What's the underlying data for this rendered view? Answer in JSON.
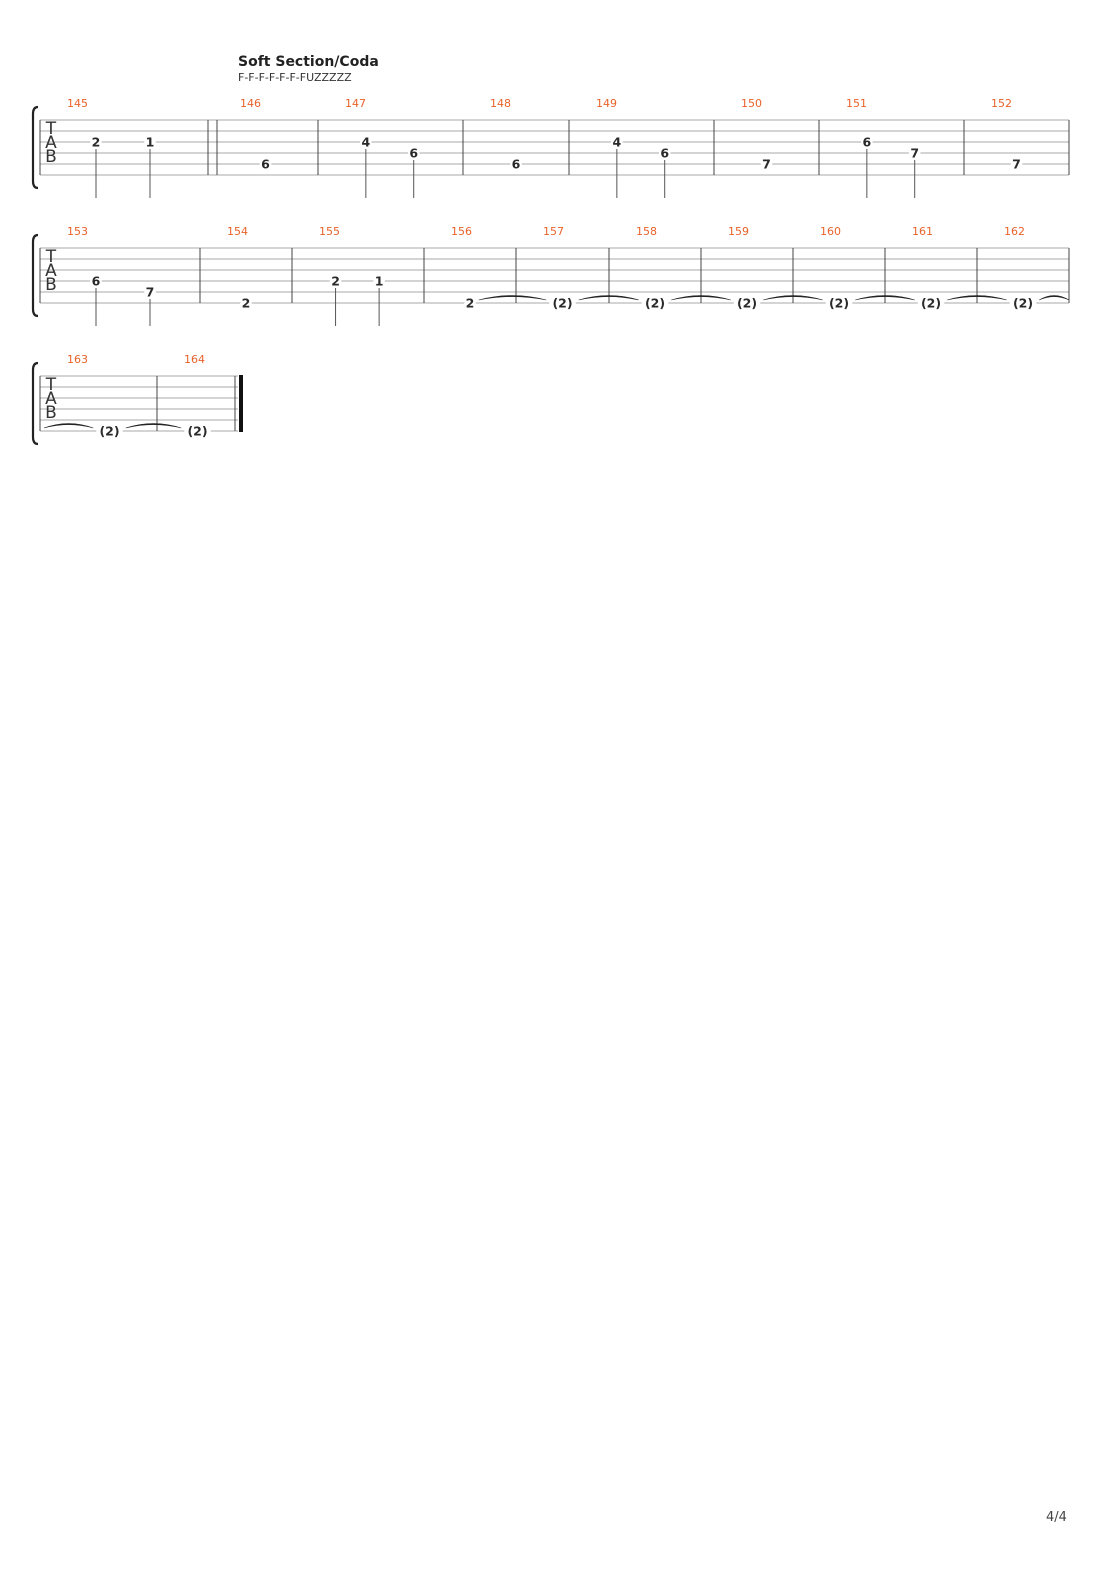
{
  "section": {
    "title": "Soft Section/Coda",
    "subtitle": "F-F-F-F-F-F-FUZZZZZ"
  },
  "clef": [
    "T",
    "A",
    "B"
  ],
  "page_number": "4/4",
  "systems": [
    {
      "measures": [
        {
          "number": "145",
          "notes": [
            {
              "fret": "2",
              "string": 4,
              "stem": true
            },
            {
              "fret": "1",
              "string": 4,
              "stem": true
            }
          ]
        },
        {
          "number": "146",
          "repeat_start": true,
          "notes": [
            {
              "fret": "6",
              "string": 6,
              "stem": false
            }
          ]
        },
        {
          "number": "147",
          "notes": [
            {
              "fret": "4",
              "string": 4,
              "stem": true
            },
            {
              "fret": "6",
              "string": 5,
              "stem": true
            }
          ]
        },
        {
          "number": "148",
          "notes": [
            {
              "fret": "6",
              "string": 6,
              "stem": false
            }
          ]
        },
        {
          "number": "149",
          "notes": [
            {
              "fret": "4",
              "string": 4,
              "stem": true
            },
            {
              "fret": "6",
              "string": 5,
              "stem": true
            }
          ]
        },
        {
          "number": "150",
          "notes": [
            {
              "fret": "7",
              "string": 6,
              "stem": false
            }
          ]
        },
        {
          "number": "151",
          "notes": [
            {
              "fret": "6",
              "string": 4,
              "stem": true
            },
            {
              "fret": "7",
              "string": 5,
              "stem": true
            }
          ]
        },
        {
          "number": "152",
          "notes": [
            {
              "fret": "7",
              "string": 6,
              "stem": false
            }
          ]
        }
      ]
    },
    {
      "measures": [
        {
          "number": "153",
          "notes": [
            {
              "fret": "6",
              "string": 5,
              "stem": true
            },
            {
              "fret": "7",
              "string": 6,
              "stem": true
            }
          ]
        },
        {
          "number": "154",
          "notes": [
            {
              "fret": "2",
              "string": 7,
              "stem": false
            }
          ]
        },
        {
          "number": "155",
          "notes": [
            {
              "fret": "2",
              "string": 5,
              "stem": true
            },
            {
              "fret": "1",
              "string": 5,
              "stem": true
            }
          ]
        },
        {
          "number": "156",
          "notes": [
            {
              "fret": "2",
              "string": 7,
              "stem": false,
              "tie_out": true
            }
          ]
        },
        {
          "number": "157",
          "notes": [
            {
              "fret": "(2)",
              "string": 7,
              "stem": false,
              "tie_out": true
            }
          ]
        },
        {
          "number": "158",
          "notes": [
            {
              "fret": "(2)",
              "string": 7,
              "stem": false,
              "tie_out": true
            }
          ]
        },
        {
          "number": "159",
          "notes": [
            {
              "fret": "(2)",
              "string": 7,
              "stem": false,
              "tie_out": true
            }
          ]
        },
        {
          "number": "160",
          "notes": [
            {
              "fret": "(2)",
              "string": 7,
              "stem": false,
              "tie_out": true
            }
          ]
        },
        {
          "number": "161",
          "notes": [
            {
              "fret": "(2)",
              "string": 7,
              "stem": false,
              "tie_out": true
            }
          ]
        },
        {
          "number": "162",
          "notes": [
            {
              "fret": "(2)",
              "string": 7,
              "stem": false,
              "tie_out": true
            }
          ]
        }
      ]
    },
    {
      "measures": [
        {
          "number": "163",
          "notes": [
            {
              "fret": "(2)",
              "string": 7,
              "stem": false,
              "tie_out": true
            }
          ]
        },
        {
          "number": "164",
          "final_barline": true,
          "notes": [
            {
              "fret": "(2)",
              "string": 7,
              "stem": false
            }
          ]
        }
      ]
    }
  ]
}
